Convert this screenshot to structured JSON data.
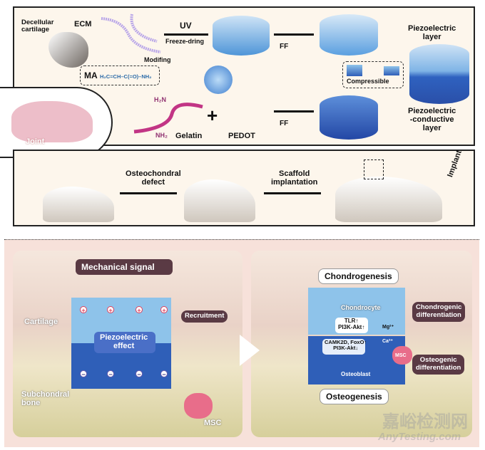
{
  "top": {
    "decellular_cartilage": "Decellular\ncartilage",
    "ecm": "ECM",
    "ma": "MA",
    "ma_formula": "H₂C=CH–C(=O)–NH₂",
    "modifing": "Modifing",
    "uv": "UV",
    "freeze": "Freeze-dring",
    "ff1": "FF",
    "ff2": "FF",
    "gelatin": "Gelatin",
    "h2n": "H₂N",
    "nh2": "NH₂",
    "pedot": "PEDOT",
    "compressible": "Compressible",
    "piezo_layer": "Piezoelectric\nlayer",
    "piezo_cond": "Piezoelectric\n-conductive\nlayer",
    "joint": "Joint",
    "implant": "Implant"
  },
  "middle": {
    "defect": "Osteochondral\ndefect",
    "scaffold": "Scaffold\nimplantation"
  },
  "left_panel": {
    "mechanical": "Mechanical signal",
    "cartilage": "Cartilage",
    "subchondral": "Subchondral\nbone",
    "piezo_effect": "Piezoelectric\neffect",
    "recruitment": "Recruitment",
    "msc": "MSC"
  },
  "right_panel": {
    "chondrogenesis": "Chondrogenesis",
    "osteogenesis": "Osteogenesis",
    "chondrocyte": "Chondrocyte",
    "tlr": "TLR↑\nPI3K-Akt↑",
    "mg": "Mg²⁺",
    "ca": "Ca²⁺",
    "camk": "CAMK2D, FoxO↑\nPI3K-Akt↓",
    "msc": "MSC",
    "osteoblast": "Osteoblast",
    "chondro_diff": "Chondrogenic\ndifferentiation",
    "osteo_diff": "Osteogenic\ndifferentiation"
  },
  "watermark": {
    "cn": "嘉峪检测网",
    "en": "AnyTesting.com"
  },
  "colors": {
    "panel_bg": "#fdf6ec",
    "pink_bg": "#f7e1da",
    "hydrogel_light": "#8ec3ea",
    "hydrogel_dark": "#2f5fb8",
    "label_pill": "#5a3a44"
  }
}
